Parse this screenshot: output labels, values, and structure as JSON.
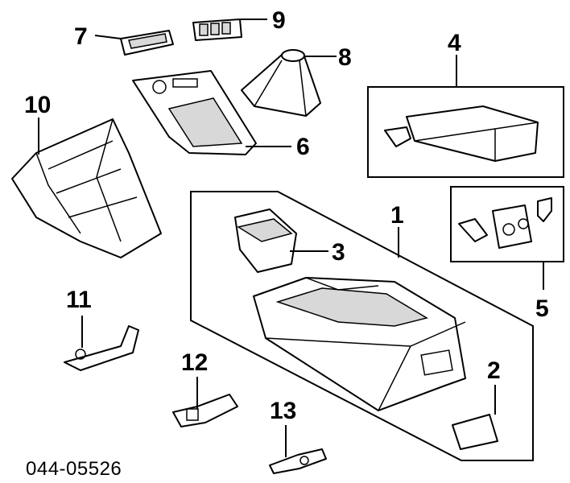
{
  "callouts": [
    {
      "id": "1",
      "label": "1"
    },
    {
      "id": "2",
      "label": "2"
    },
    {
      "id": "3",
      "label": "3"
    },
    {
      "id": "4",
      "label": "4"
    },
    {
      "id": "5",
      "label": "5"
    },
    {
      "id": "6",
      "label": "6"
    },
    {
      "id": "7",
      "label": "7"
    },
    {
      "id": "8",
      "label": "8"
    },
    {
      "id": "9",
      "label": "9"
    },
    {
      "id": "10",
      "label": "10"
    },
    {
      "id": "11",
      "label": "11"
    },
    {
      "id": "12",
      "label": "12"
    },
    {
      "id": "13",
      "label": "13"
    }
  ],
  "document_id": "044-05526"
}
